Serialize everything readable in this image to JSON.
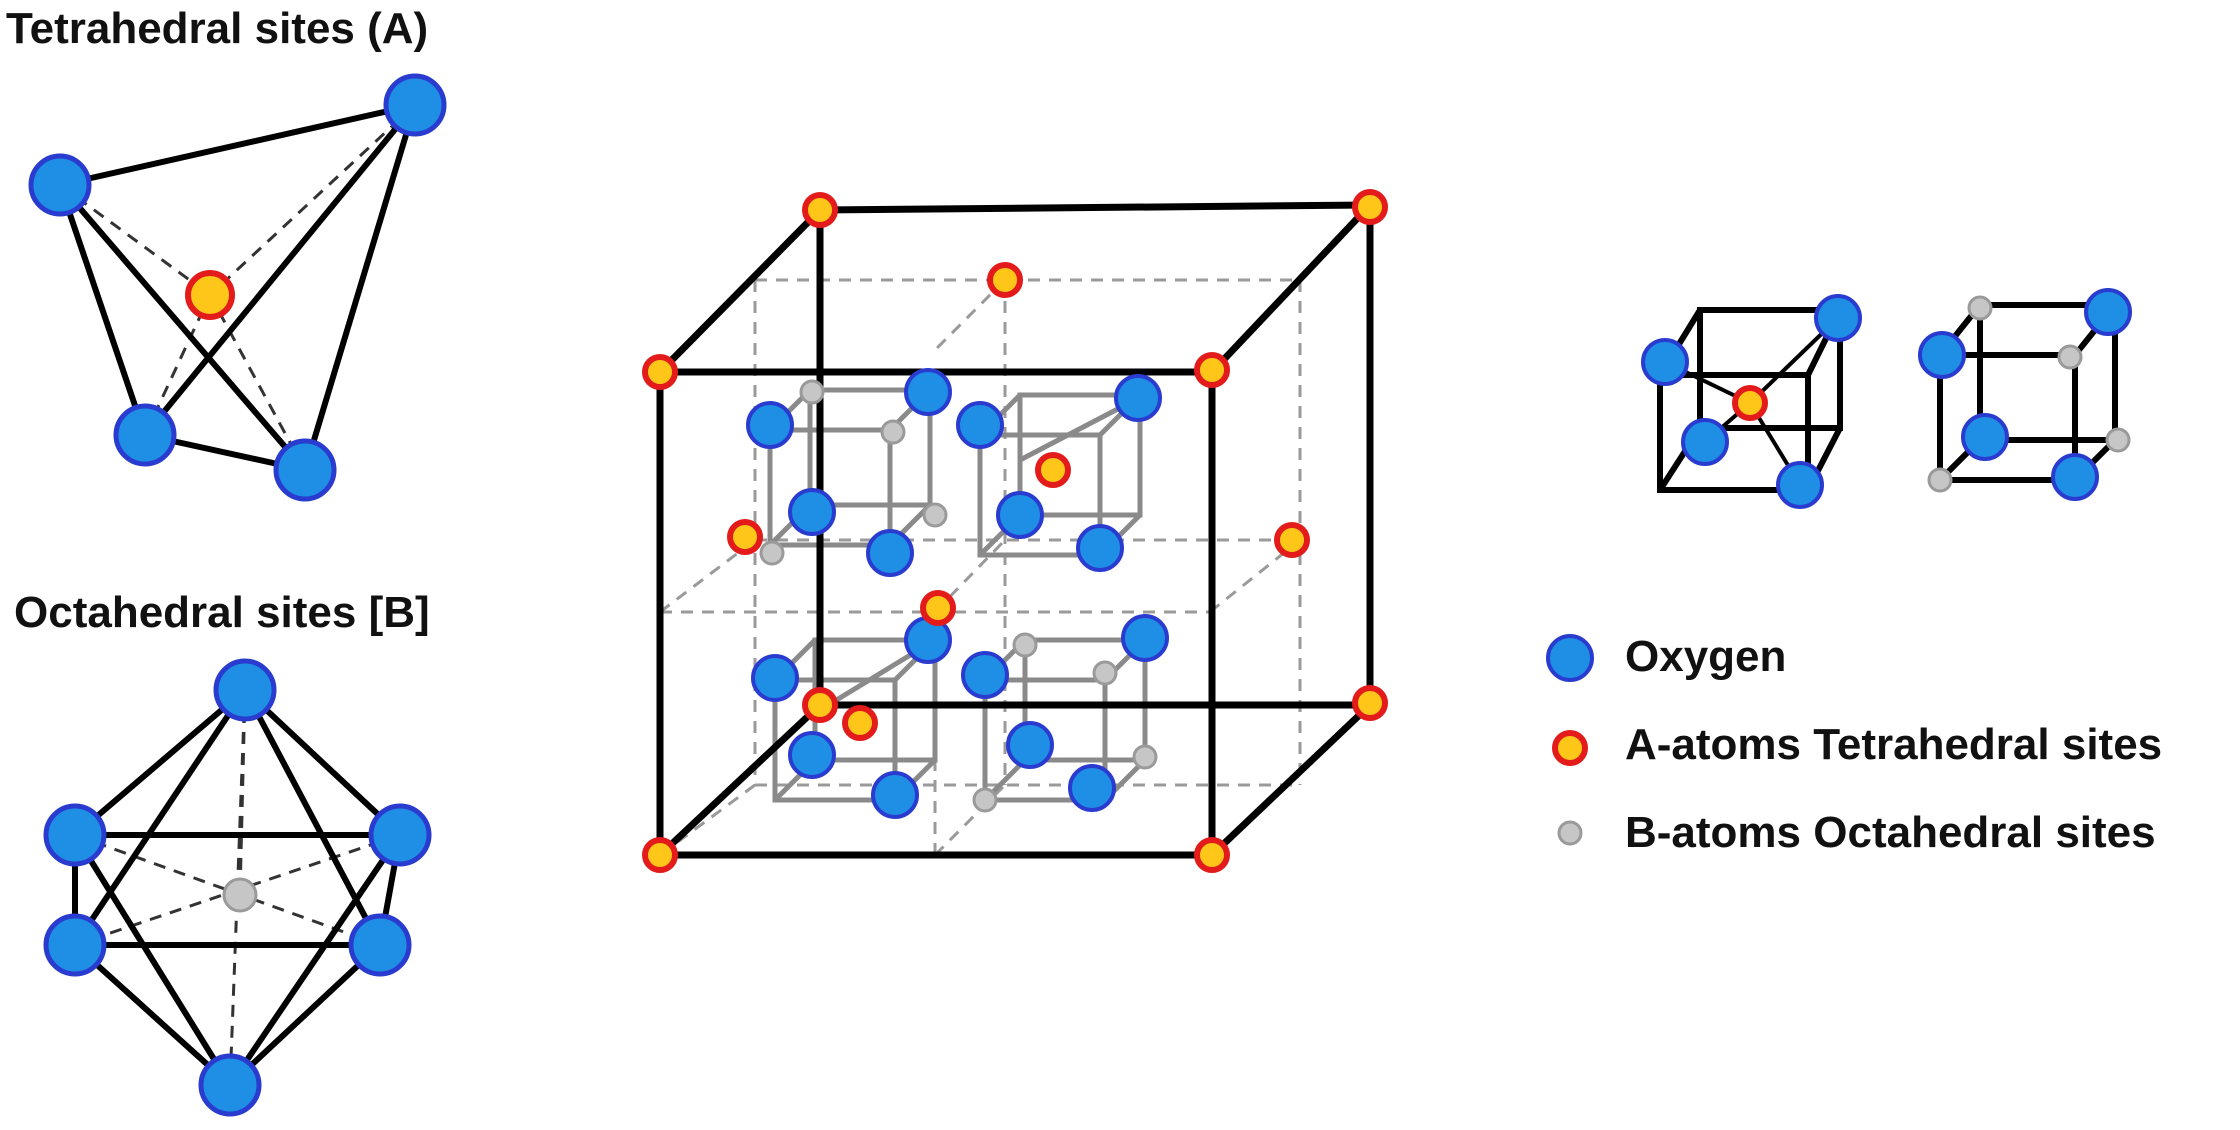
{
  "tetrahedral_title": "Tetrahedral sites (A)",
  "octahedral_title": "Octahedral sites [B]",
  "legend": [
    {
      "label": "Oxygen",
      "marker": "oxygen"
    },
    {
      "label": "A-atoms Tetrahedral sites",
      "marker": "a-atom"
    },
    {
      "label": "B-atoms Octahedral sites",
      "marker": "b-atom"
    }
  ],
  "colors": {
    "oxygen_fill": "#1f8fe6",
    "oxygen_stroke": "#2a3ccf",
    "a_atom_fill": "#ffc61a",
    "a_atom_stroke": "#e41b1b",
    "b_atom_fill": "#c6c6c6",
    "b_atom_stroke": "#9a9a9a",
    "edge": "#000000",
    "inner_edge": "#8a8a8a"
  }
}
